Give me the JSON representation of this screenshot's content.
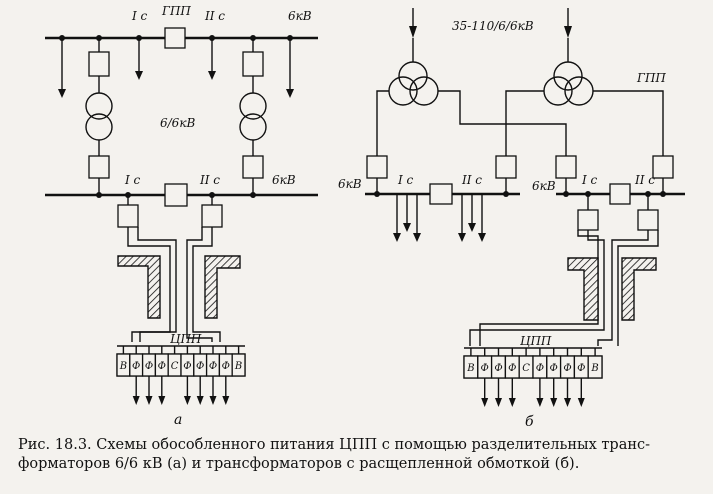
{
  "labels": {
    "sec1": "I c",
    "sec2": "II c",
    "gpp": "ГПП",
    "kv6": "6кВ",
    "tr66": "6/6кВ",
    "tr35": "35-110/6/6кВ",
    "cpp": "ЦПП"
  },
  "subfig": {
    "a": "а",
    "b": "б"
  },
  "cells": [
    "В",
    "Ф",
    "Ф",
    "Ф",
    "С",
    "Ф",
    "Ф",
    "Ф",
    "Ф",
    "В"
  ],
  "caption": {
    "line1": "Рис. 18.3. Схемы обособленного питания ЦПП с помощью разделительных транс-",
    "line2": "форматоров 6/6 кВ (а) и трансформаторов с расщепленной обмоткой (б)."
  }
}
